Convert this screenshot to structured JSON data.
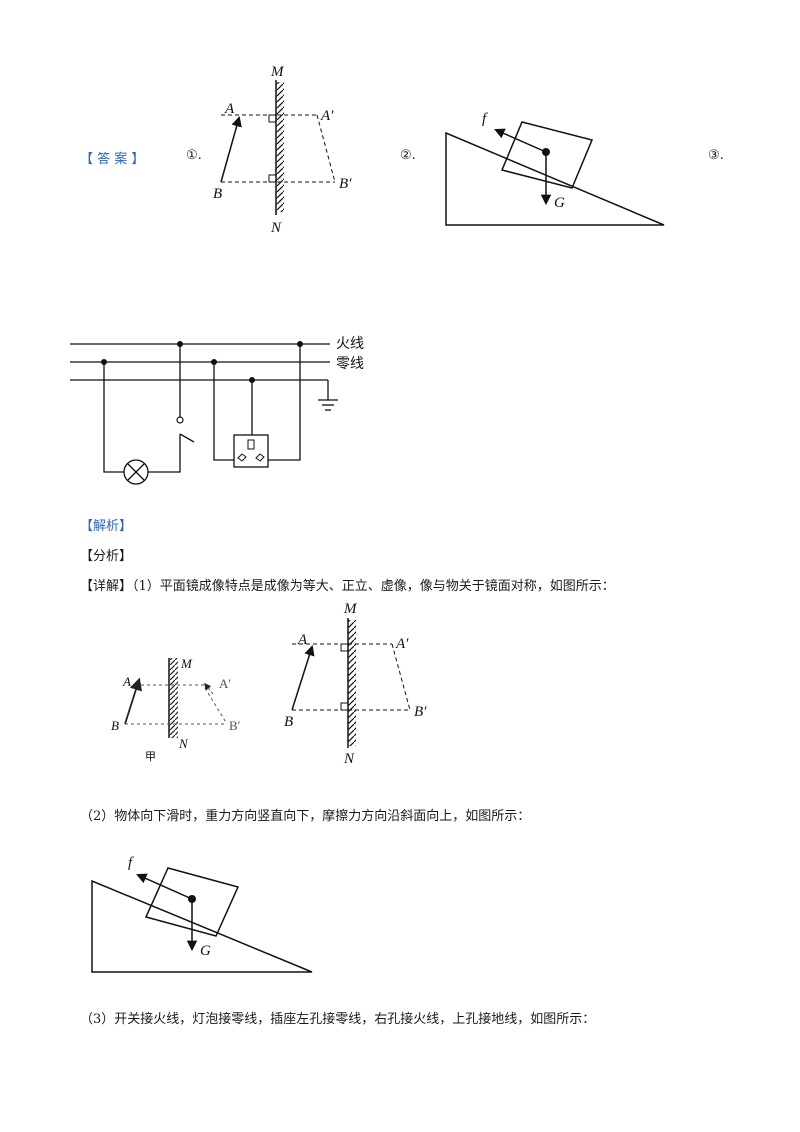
{
  "answer": {
    "label": "【 答 案 】",
    "marker1": "①.",
    "marker2": "②.",
    "marker3": "③."
  },
  "mirror": {
    "M": "M",
    "N": "N",
    "A": "A",
    "A2": "A′",
    "B": "B",
    "B2": "B′"
  },
  "incline": {
    "f": "f",
    "G": "G"
  },
  "circuit": {
    "live": "火线",
    "neutral": "零线"
  },
  "analysis": {
    "title": "【解析】",
    "fenxi": "【分析】",
    "detail_label": "【详解】",
    "detail_text": "（1）平面镜成像特点是成像为等大、正立、虚像，像与物关于镜面对称，如图所示：",
    "part2": "（2）物体向下滑时，重力方向竖直向下，摩擦力方向沿斜面向上，如图所示：",
    "part3": "（3）开关接火线，灯泡接零线，插座左孔接零线，右孔接火线，上孔接地线，如图所示："
  },
  "jia": {
    "M": "M",
    "N": "N",
    "A": "A",
    "A2": "A′",
    "B": "B",
    "B2": "B′",
    "caption": "甲"
  }
}
